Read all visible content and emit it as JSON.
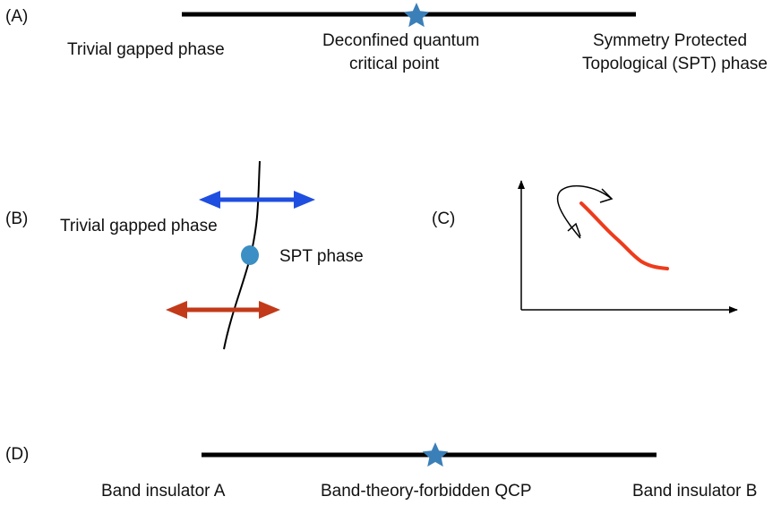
{
  "panel_a": {
    "tag": "(A)",
    "left_label": "Trivial gapped phase",
    "center_label_line1": "Deconfined quantum",
    "center_label_line2": "critical point",
    "right_label_line1": "Symmetry Protected",
    "right_label_line2": "Topological (SPT) phase"
  },
  "panel_b": {
    "tag": "(B)",
    "left_label": "Trivial gapped phase",
    "right_label": "SPT phase"
  },
  "panel_c": {
    "tag": "(C)"
  },
  "panel_d": {
    "tag": "(D)",
    "left_label": "Band insulator A",
    "center_label": "Band-theory-forbidden  QCP",
    "right_label": "Band insulator B"
  },
  "colors": {
    "star": "#3b7fb8",
    "blue_arrow": "#1f4fe0",
    "red_arrow": "#c23a1a",
    "dot": "#3b8fc4",
    "red_curve": "#ee3b1c",
    "line": "#000000"
  }
}
